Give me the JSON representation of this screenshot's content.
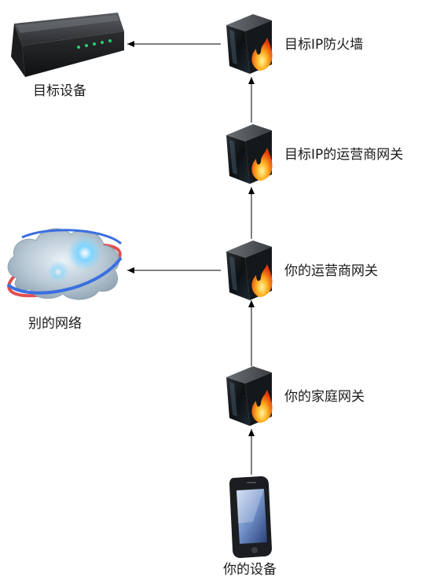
{
  "nodes": {
    "target_device": {
      "label": "目标设备"
    },
    "target_firewall": {
      "label": "目标IP防火墙"
    },
    "target_isp_gateway": {
      "label": "目标IP的运营商网关"
    },
    "other_network": {
      "label": "别的网络"
    },
    "your_isp_gateway": {
      "label": "你的运营商网关"
    },
    "home_gateway": {
      "label": "你的家庭网关"
    },
    "your_device": {
      "label": "你的设备"
    }
  },
  "icons": {
    "target_device": "router-icon",
    "firewalls": "firewall-icon",
    "other_network": "cloud-network-icon",
    "your_device": "smartphone-icon"
  }
}
